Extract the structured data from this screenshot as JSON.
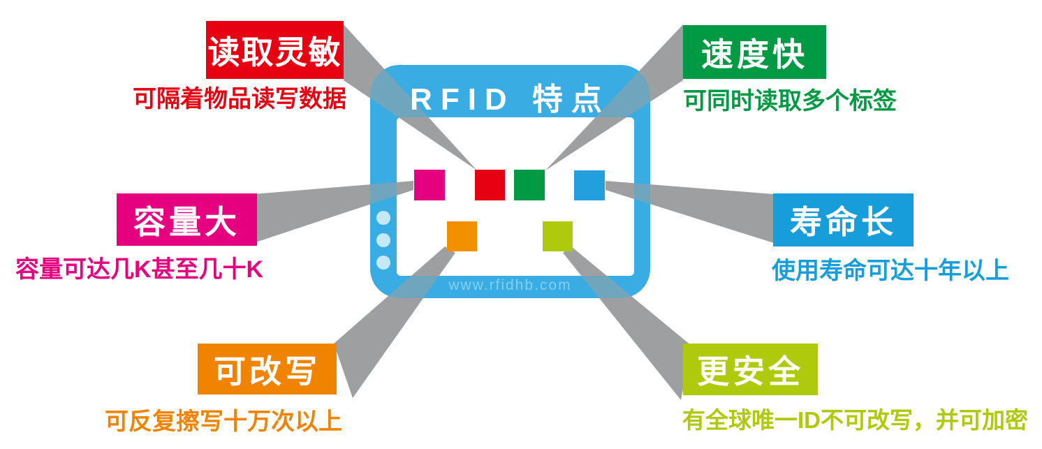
{
  "device": {
    "title": "RFID 特点",
    "website": "www.rfidhb.com",
    "dot_count": 3
  },
  "features": [
    {
      "label": "读取灵敏",
      "description": "可隔着物品读写数据",
      "color": "#E60012",
      "position": "top-left"
    },
    {
      "label": "速度快",
      "description": "可同时读取多个标签",
      "color": "#009944",
      "position": "top-right"
    },
    {
      "label": "容量大",
      "description": "容量可达几K甚至几十K",
      "color": "#E4007F",
      "position": "middle-left"
    },
    {
      "label": "寿命长",
      "description": "使用寿命可达十年以上",
      "color": "#189DDB",
      "position": "middle-right"
    },
    {
      "label": "可改写",
      "description": "可反复擦写十万次以上",
      "color": "#F08300",
      "position": "bottom-left"
    },
    {
      "label": "更安全",
      "description": "有全球唯一ID不可改写，并可加密",
      "color": "#AFCA0D",
      "position": "bottom-right"
    }
  ],
  "chip_squares": [
    {
      "name": "magenta",
      "color": "#E4007F"
    },
    {
      "name": "red",
      "color": "#E60012"
    },
    {
      "name": "green",
      "color": "#009944"
    },
    {
      "name": "blue",
      "color": "#229FDC"
    },
    {
      "name": "orange",
      "color": "#F29100"
    },
    {
      "name": "lime",
      "color": "#AFCA0D"
    }
  ],
  "colors": {
    "device_blue": "#39ADE3",
    "screen_white": "#FFFFFF",
    "beam_gray": "#9E9FA0",
    "dot_blue": "#C6E9F8",
    "url_text": "#84CFF0"
  }
}
